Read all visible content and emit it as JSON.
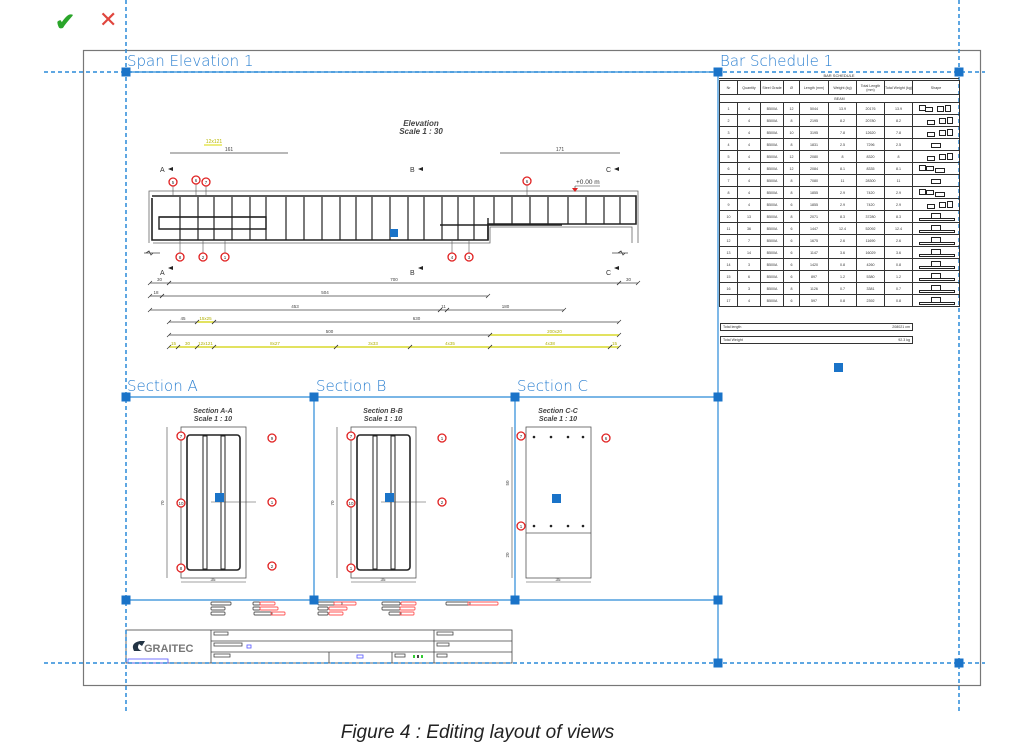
{
  "toolbar": {
    "confirm_icon": "checkmark-icon",
    "cancel_icon": "x-icon",
    "confirm_glyph": "✔",
    "cancel_glyph": "✕"
  },
  "colors": {
    "accent": "#1a73c8",
    "guide": "#2a8ad8",
    "confirm": "#2aa52a",
    "cancel": "#e0453d",
    "marker": "#e02020",
    "dimension_highlight": "#d8d800"
  },
  "viewports": {
    "elevation": {
      "title": "Span Elevation 1"
    },
    "schedule": {
      "title": "Bar Schedule 1"
    },
    "section_a": {
      "title": "Section A"
    },
    "section_b": {
      "title": "Section B"
    },
    "section_c": {
      "title": "Section C"
    }
  },
  "elevation": {
    "title": "Elevation",
    "scale": "Scale 1 : 30",
    "section_marks": [
      "A",
      "B",
      "C"
    ],
    "level": "+0.00 m",
    "top_dims": [
      "12x121",
      "161",
      "171"
    ],
    "bar_labels_top": [
      "5",
      "6",
      "7",
      "6"
    ],
    "bar_labels_bottom": [
      "8",
      "2",
      "1",
      "4",
      "3"
    ],
    "dims": {
      "row1": [
        "30",
        "700",
        "30"
      ],
      "row2": [
        "18",
        "504"
      ],
      "row3": [
        "453",
        "11",
        "180"
      ],
      "row4": [
        "45",
        "15x25",
        "630"
      ],
      "row5": [
        "500",
        "200x20"
      ],
      "row6": [
        "15",
        "30",
        "12x121",
        "8x27",
        "3x33",
        "4x35",
        "4x38",
        "15"
      ]
    }
  },
  "sections": [
    {
      "title": "Section A-A",
      "scale": "Scale 1 : 10",
      "height_dim": "70",
      "width_dim": "35",
      "labels": [
        "7",
        "10",
        "8",
        "9",
        "1",
        "2"
      ]
    },
    {
      "title": "Section B-B",
      "scale": "Scale 1 : 10",
      "height_dim": "70",
      "width_dim": "35",
      "labels": [
        "7",
        "10",
        "1",
        "1",
        "2"
      ]
    },
    {
      "title": "Section C-C",
      "scale": "Scale 1 : 10",
      "height_dims": [
        "50",
        "20"
      ],
      "width_dim": "35",
      "labels": [
        "7",
        "6",
        "1"
      ]
    }
  ],
  "bar_schedule": {
    "title": "BAR SCHEDULE",
    "group": "BEAM",
    "columns": [
      "Nr",
      "Quantity",
      "Steel Grade",
      "Ø",
      "Length (mm)",
      "Weight (kg)",
      "Total Length (mm)",
      "Total Weight (kg)",
      "Shape"
    ],
    "rows": [
      [
        "1",
        "4",
        "B500A",
        "12",
        "5044",
        "13.9",
        "20176",
        "13.9"
      ],
      [
        "2",
        "4",
        "B500A",
        "8",
        "2195",
        "8.2",
        "20780",
        "8.2"
      ],
      [
        "3",
        "4",
        "B500A",
        "10",
        "3195",
        "7.8",
        "12620",
        "7.8"
      ],
      [
        "4",
        "4",
        "B500A",
        "8",
        "1831",
        "2.5",
        "7296",
        "2.5"
      ],
      [
        "5",
        "4",
        "B500A",
        "12",
        "2080",
        "8",
        "8320",
        "8"
      ],
      [
        "6",
        "4",
        "B500A",
        "12",
        "2084",
        "8.1",
        "8335",
        "8.1"
      ],
      [
        "7",
        "4",
        "B500A",
        "8",
        "7080",
        "11",
        "28300",
        "11"
      ],
      [
        "8",
        "4",
        "B500A",
        "8",
        "1855",
        "2.9",
        "7420",
        "2.9"
      ],
      [
        "9",
        "4",
        "B500A",
        "6",
        "1855",
        "2.9",
        "7420",
        "2.9"
      ],
      [
        "10",
        "13",
        "B500A",
        "8",
        "2071",
        "8.3",
        "37280",
        "8.3"
      ],
      [
        "11",
        "36",
        "B500A",
        "6",
        "1447",
        "12.4",
        "52092",
        "12.4"
      ],
      [
        "12",
        "7",
        "B500A",
        "6",
        "1675",
        "2.6",
        "11690",
        "2.6"
      ],
      [
        "13",
        "14",
        "B500A",
        "6",
        "1147",
        "3.6",
        "16029",
        "3.6"
      ],
      [
        "14",
        "3",
        "B500A",
        "6",
        "1420",
        "0.8",
        "4260",
        "0.8"
      ],
      [
        "15",
        "6",
        "B500A",
        "6",
        "897",
        "1.2",
        "5380",
        "1.2"
      ],
      [
        "16",
        "3",
        "B500A",
        "8",
        "1126",
        "0.7",
        "3381",
        "0.7"
      ],
      [
        "17",
        "4",
        "B500A",
        "6",
        "597",
        "0.8",
        "2392",
        "0.8"
      ]
    ],
    "total_length_label": "Total length",
    "total_length": "208021 cm",
    "total_weight_label": "Total Weight",
    "total_weight": "92.3 kg"
  },
  "title_block": {
    "logo": "GRAITEC"
  },
  "caption": "Figure 4 : Editing layout of views"
}
